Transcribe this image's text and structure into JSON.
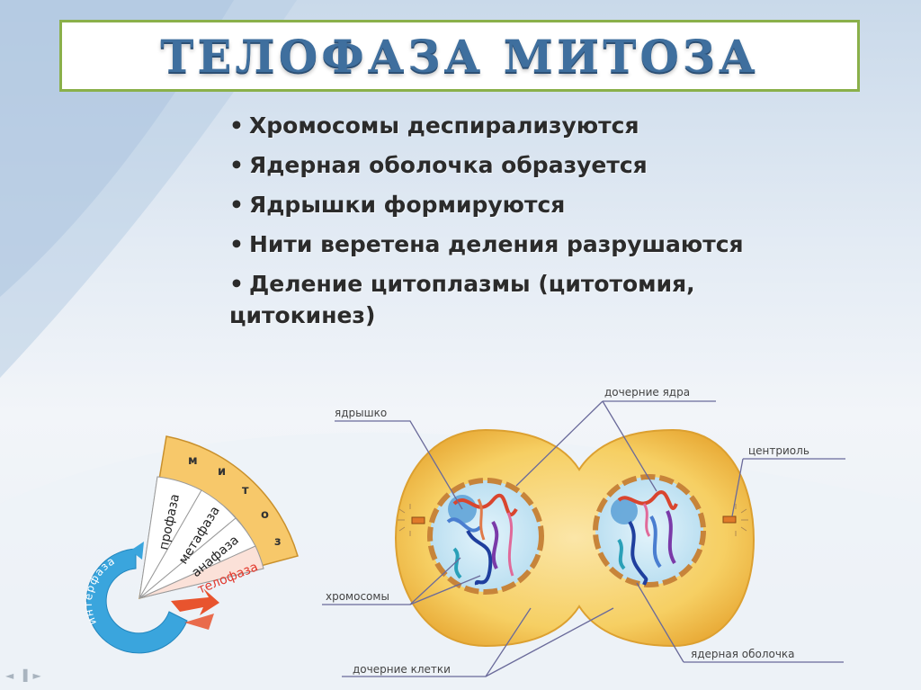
{
  "slide": {
    "title": "ТЕЛОФАЗА МИТОЗА",
    "bullets": [
      "Хромосомы деспирализуются",
      "Ядерная оболочка образуется",
      "Ядрышки формируются",
      "Нити веретена деления разрушаются",
      "Деление цитоплазмы (цитотомия, цитокинез)"
    ]
  },
  "cycle_diagram": {
    "interphase": "интерфаза",
    "mitosis": "митоз",
    "mitosis_letters": [
      "м",
      "и",
      "т",
      "о",
      "з"
    ],
    "phases": [
      "профаза",
      "метафаза",
      "анафаза",
      "телофаза"
    ],
    "highlight_color": "#e2382c"
  },
  "cell_diagram": {
    "labels": {
      "nucleolus": "ядрышко",
      "daughter_nuclei": "дочерние ядра",
      "centriole": "центриоль",
      "chromosomes": "хромосомы",
      "nuclear_envelope": "ядерная оболочка",
      "daughter_cells": "дочерние клетки"
    }
  },
  "nav_controls": [
    "◄",
    "▐",
    "►"
  ],
  "colors": {
    "title": "#3f6f9e",
    "title_border": "#8ab04a",
    "cell": "#f2c24a",
    "nucleus": "#c9e7f5"
  }
}
